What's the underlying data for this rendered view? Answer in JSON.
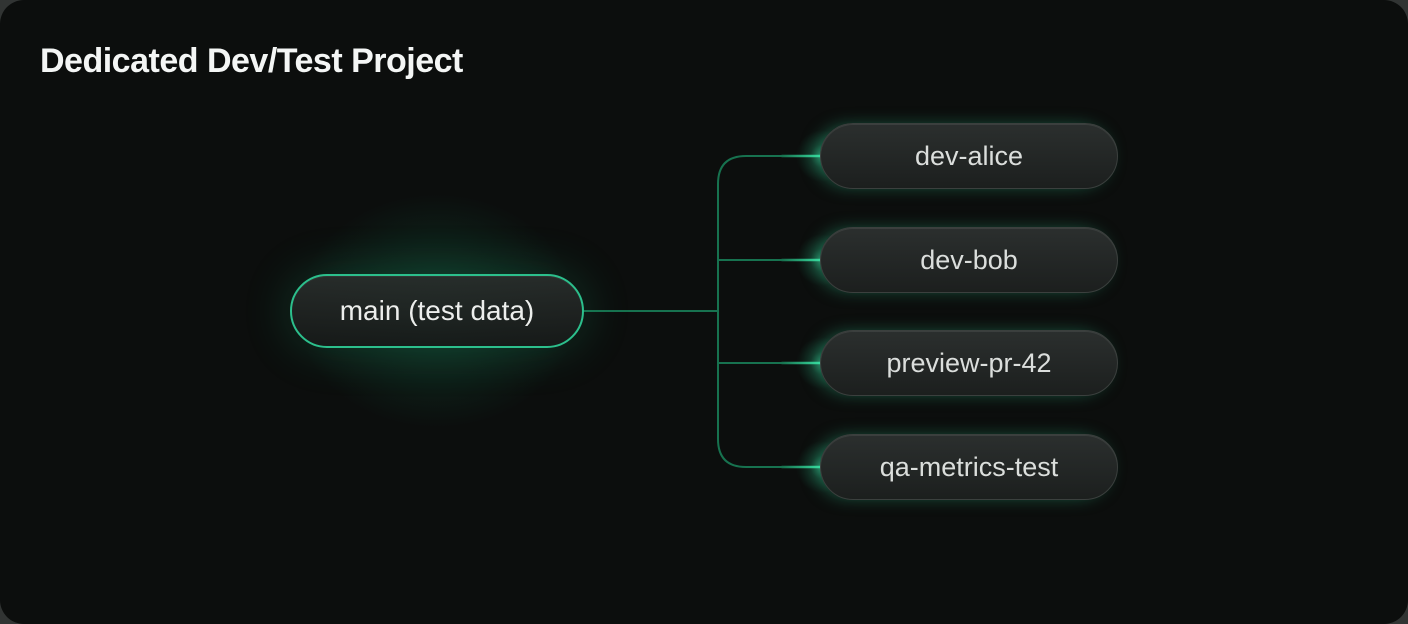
{
  "page": {
    "title": "Dedicated Dev/Test Project"
  },
  "diagram": {
    "root": {
      "label": "main (test data)"
    },
    "children": [
      {
        "label": "dev-alice"
      },
      {
        "label": "dev-bob"
      },
      {
        "label": "preview-pr-42"
      },
      {
        "label": "qa-metrics-test"
      }
    ],
    "colors": {
      "card_background": "#0c0e0d",
      "accent_green": "#2cbf8c",
      "connector_green": "#17724f",
      "glow_green": "#34d69c",
      "node_background": "#242827",
      "node_border": "#3b403e",
      "root_text": "#eceeec",
      "branch_text": "#dbdedc",
      "title_text": "#f4f6f5"
    }
  }
}
